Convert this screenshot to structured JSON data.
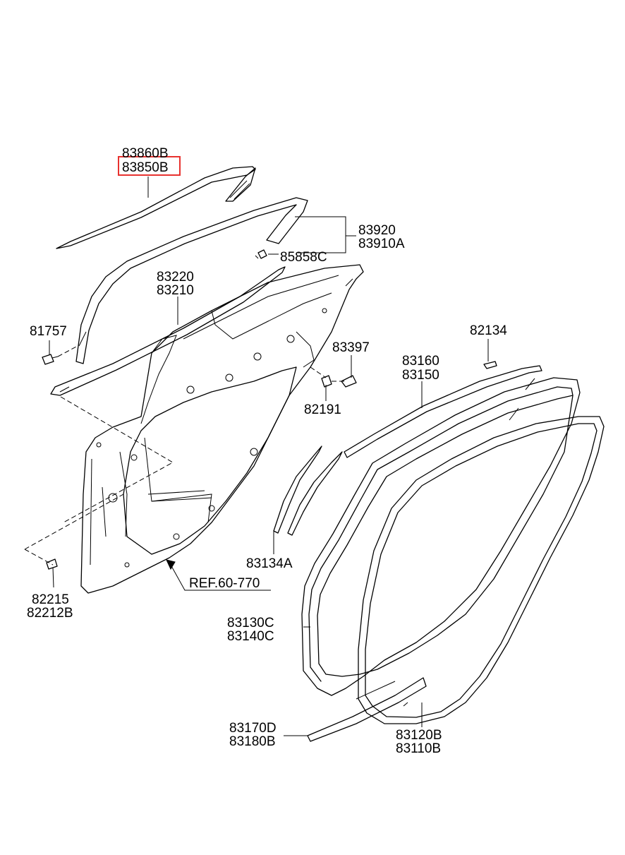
{
  "labels": {
    "p83860B": "83860B",
    "p83850B": "83850B",
    "p83920": "83920",
    "p83910A": "83910A",
    "p85858C": "85858C",
    "p83220": "83220",
    "p83210": "83210",
    "p81757": "81757",
    "p83397": "83397",
    "p82191": "82191",
    "p82134": "82134",
    "p83160": "83160",
    "p83150": "83150",
    "p83134A": "83134A",
    "ref": "REF.60-770",
    "p82215": "82215",
    "p82212B": "82212B",
    "p83130C": "83130C",
    "p83140C": "83140C",
    "p83170D": "83170D",
    "p83180B": "83180B",
    "p83120B": "83120B",
    "p83110B": "83110B"
  },
  "colors": {
    "highlight": "#e8322f",
    "line": "#000000",
    "background": "#ffffff"
  }
}
